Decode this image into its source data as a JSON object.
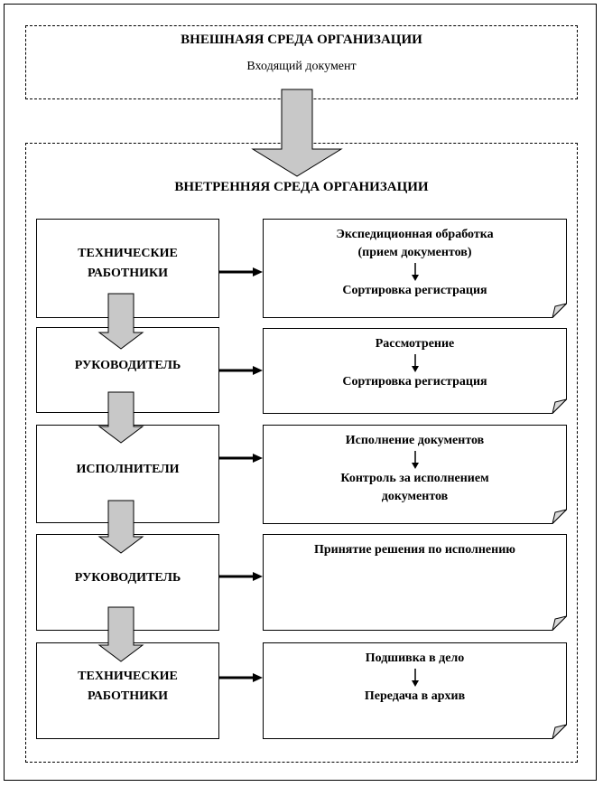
{
  "external": {
    "title": "ВНЕШНАЯЯ СРЕДА ОРГАНИЗАЦИИ",
    "subtitle": "Входящий документ"
  },
  "internal": {
    "title": "ВНЕТРЕННЯЯ СРЕДА ОРГАНИЗАЦИИ"
  },
  "rows": [
    {
      "role": "ТЕХНИЧЕСКИЕ\nРАБОТНИКИ",
      "lines": [
        "Экспедиционная обработка",
        "(прием документов)"
      ],
      "lines2": [
        "Сортировка регистрация"
      ]
    },
    {
      "role": "РУКОВОДИТЕЛЬ",
      "lines": [
        "Рассмотрение"
      ],
      "lines2": [
        "Сортировка регистрация"
      ]
    },
    {
      "role": "ИСПОЛНИТЕЛИ",
      "lines": [
        "Исполнение документов"
      ],
      "lines2": [
        "Контроль за исполнением",
        "документов"
      ]
    },
    {
      "role": "РУКОВОДИТЕЛЬ",
      "lines": [
        "Принятие решения по исполнению"
      ],
      "lines2": []
    },
    {
      "role": "ТЕХНИЧЕСКИЕ\nРАБОТНИКИ",
      "lines": [
        "Подшивка в дело"
      ],
      "lines2": [
        "Передача в архив"
      ]
    }
  ],
  "colors": {
    "arrow_fill": "#c8c8c8",
    "fold_fill": "#d9d9d9",
    "stroke": "#000000"
  }
}
